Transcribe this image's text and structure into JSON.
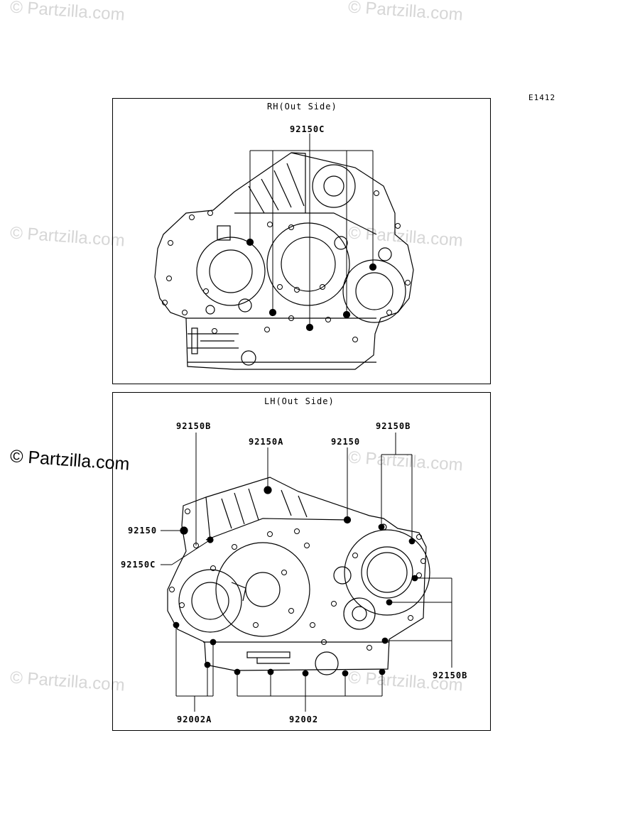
{
  "watermark": "© Partzilla.com",
  "diagram_code": "E1412",
  "panels": {
    "rh": {
      "title": "RH(Out Side)",
      "callouts": [
        "92150C"
      ]
    },
    "lh": {
      "title": "LH(Out Side)",
      "callouts": [
        "92150B",
        "92150A",
        "92150",
        "92150B",
        "92150",
        "92150C",
        "92150B",
        "92002A",
        "92002"
      ]
    }
  }
}
